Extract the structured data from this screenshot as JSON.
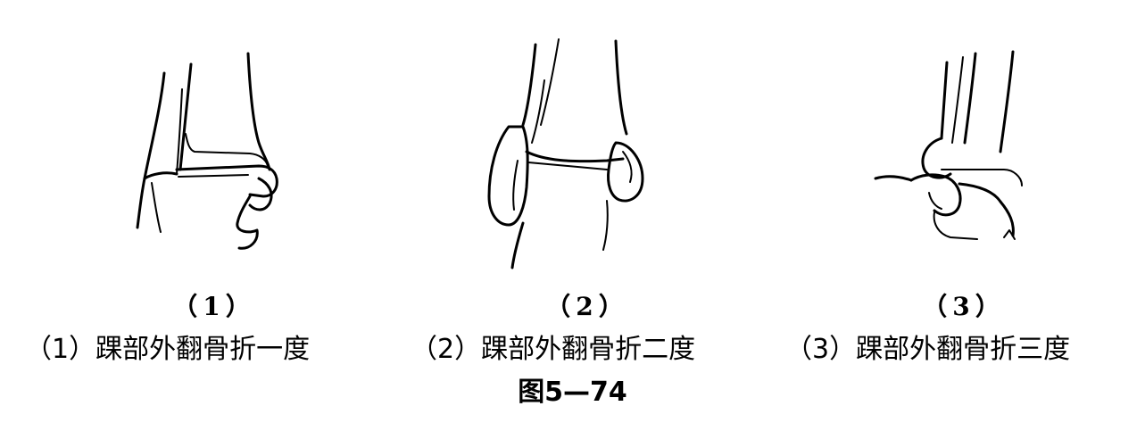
{
  "panels": [
    {
      "number": "（1）",
      "caption": "（1）踝部外翻骨折一度"
    },
    {
      "number": "（2）",
      "caption": "（2）踝部外翻骨折二度"
    },
    {
      "number": "（3）",
      "caption": "（3）踝部外翻骨折三度"
    }
  ],
  "figure_title": "图5—74"
}
